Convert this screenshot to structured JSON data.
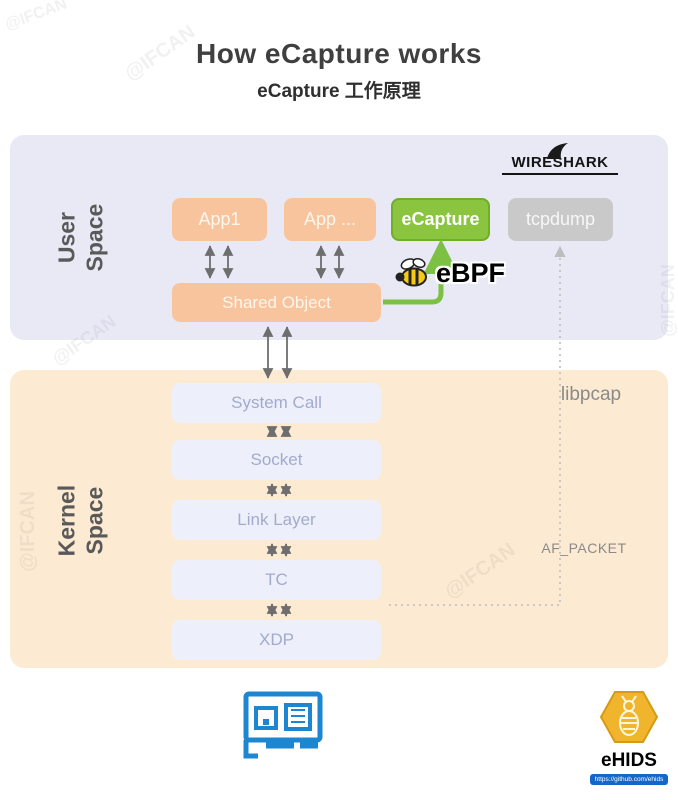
{
  "title": "How eCapture works",
  "subtitle": "eCapture 工作原理",
  "watermark": "@IFCAN",
  "user_space": {
    "label": "User Space",
    "app1": "App1",
    "app_more": "App ...",
    "ecapture": "eCapture",
    "tcpdump": "tcpdump",
    "shared_object": "Shared Object",
    "wireshark": "WIRESHARK",
    "ebpf": "eBPF"
  },
  "kernel_space": {
    "label": "Kernel Space",
    "layers": [
      "System Call",
      "Socket",
      "Link Layer",
      "TC",
      "XDP"
    ],
    "libpcap": "libpcap",
    "af_packet": "AF_PACKET"
  },
  "footer": {
    "nic_icon": "network-interface-card-icon",
    "ehids": "eHIDS",
    "ehids_url": "https://github.com/ehids"
  },
  "colors": {
    "user_panel": "#e9e9f6",
    "kernel_panel": "#fcebd2",
    "peach_box": "#f8c49d",
    "green_box": "#8bc53f",
    "gray_box": "#c9c9c9",
    "kernel_box": "#edf0fb",
    "kernel_box_text": "#a3aacd",
    "arrow": "#6e6e6e",
    "green_arrow": "#7cc143",
    "dotted_line": "#bdbdbd"
  }
}
